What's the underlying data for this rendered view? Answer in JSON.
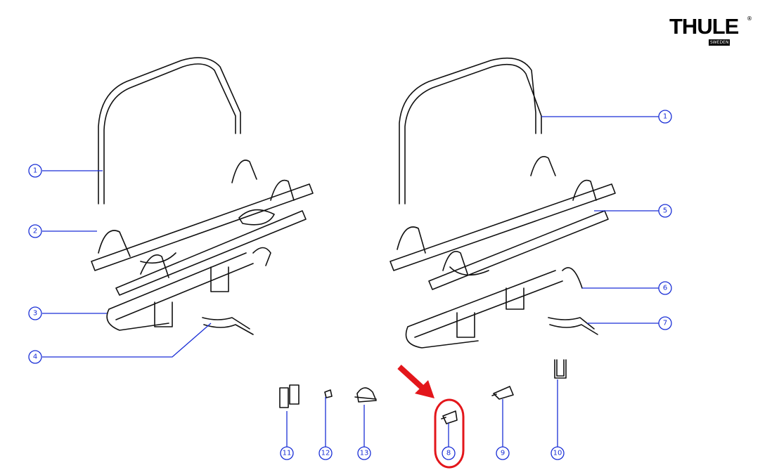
{
  "brand": {
    "logo_text": "THULE",
    "logo_subtext": "SWEDEN",
    "registered_mark": "®"
  },
  "colors": {
    "callout": "#1a2fd6",
    "highlight": "#e3161b",
    "line_art": "#111111"
  },
  "callouts": {
    "left_1": "1",
    "left_2": "2",
    "left_3": "3",
    "left_4": "4",
    "right_1": "1",
    "right_5": "5",
    "right_6": "6",
    "right_7": "7",
    "bottom_11": "11",
    "bottom_12": "12",
    "bottom_13": "13",
    "bottom_8": "8",
    "bottom_9": "9",
    "bottom_10": "10"
  },
  "highlighted_part": "8"
}
